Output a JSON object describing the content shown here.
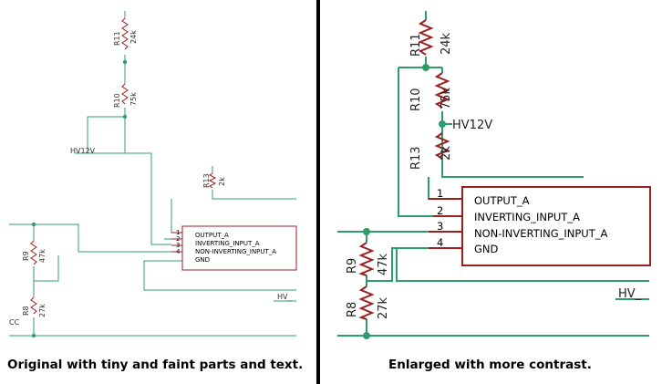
{
  "left_panel": {
    "caption": "Original with tiny and faint parts and text.",
    "resistors": [
      {
        "name": "R11",
        "value": "24k"
      },
      {
        "name": "R10",
        "value": "75k"
      },
      {
        "name": "R13",
        "value": "2k"
      },
      {
        "name": "R9",
        "value": "47k"
      },
      {
        "name": "R8",
        "value": "27k"
      }
    ],
    "net_labels": [
      "HV12V",
      "HV_",
      "CC"
    ],
    "chip_pins": [
      {
        "num": "1",
        "name": "OUTPUT_A"
      },
      {
        "num": "2",
        "name": "INVERTING_INPUT_A"
      },
      {
        "num": "3",
        "name": "NON-INVERTING_INPUT_A"
      },
      {
        "num": "4",
        "name": "GND"
      }
    ]
  },
  "right_panel": {
    "caption": "Enlarged with more contrast.",
    "resistors": [
      {
        "name": "R11",
        "value": "24k"
      },
      {
        "name": "R10",
        "value": "75k"
      },
      {
        "name": "R13",
        "value": "2k"
      },
      {
        "name": "R9",
        "value": "47k"
      },
      {
        "name": "R8",
        "value": "27k"
      }
    ],
    "net_labels": [
      "HV12V",
      "HV_"
    ],
    "chip_pins": [
      {
        "num": "1",
        "name": "OUTPUT_A"
      },
      {
        "num": "2",
        "name": "INVERTING_INPUT_A"
      },
      {
        "num": "3",
        "name": "NON-INVERTING_INPUT_A"
      },
      {
        "num": "4",
        "name": "GND"
      }
    ]
  },
  "colors": {
    "wire": "#2e9d6c",
    "part": "#9b1f1f",
    "divider": "#000000"
  }
}
